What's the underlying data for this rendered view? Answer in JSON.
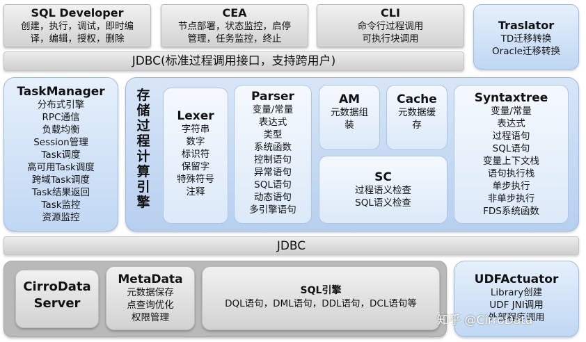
{
  "top_row": [
    {
      "title": "SQL Developer",
      "lines": [
        "创建，执行，调试，即时编",
        "译，编辑，授权，删除"
      ]
    },
    {
      "title": "CEA",
      "lines": [
        "节点部署，状态监控，启停",
        "管理，任务监控，终止"
      ]
    },
    {
      "title": "CLI",
      "lines": [
        "命令行过程调用",
        "可执行块调用"
      ]
    }
  ],
  "translator": {
    "title": "Traslator",
    "lines": [
      "TD迁移转换",
      "Oracle迁移转换"
    ]
  },
  "jdbc_top": "JDBC(标准过程调用接口，支持跨用户)",
  "taskmanager": {
    "title": "TaskManager",
    "lines": [
      "分布式引擎",
      "RPC通信",
      "负载均衡",
      "Session管理",
      "Task调度",
      "高可用Task调度",
      "跨域Task调度",
      "Task结果返回",
      "Task监控",
      "资源监控"
    ]
  },
  "engine_label": [
    "存",
    "储",
    "过",
    "程",
    "计",
    "算",
    "引",
    "擎"
  ],
  "lexer": {
    "title": "Lexer",
    "lines": [
      "字符串",
      "数字",
      "标识符",
      "保留字",
      "特殊符号",
      "注释"
    ]
  },
  "parser": {
    "title": "Parser",
    "lines": [
      "变量/常量",
      "表达式",
      "类型",
      "系统函数",
      "控制语句",
      "异常语句",
      "SQL语句",
      "动态语句",
      "多引擎语句"
    ]
  },
  "am": {
    "title": "AM",
    "lines": [
      "元数据组",
      "装"
    ]
  },
  "cache": {
    "title": "Cache",
    "lines": [
      "元数据缓",
      "存"
    ]
  },
  "sc": {
    "title": "SC",
    "lines": [
      "过程语义检查",
      "SQL语义检查"
    ]
  },
  "syntaxtree": {
    "title": "Syntaxtree",
    "lines": [
      "变量/常量",
      "表达式",
      "过程语句",
      "SQL语句",
      "变量上下文栈",
      "语句执行栈",
      "单步执行",
      "非单步执行",
      "FDS系统函数"
    ]
  },
  "jdbc_mid": "JDBC",
  "cirrodata": {
    "lines": [
      "CirroData",
      "Server"
    ]
  },
  "metadata": {
    "title": "MetaData",
    "lines": [
      "元数据保存",
      "点查询优化",
      "权限管理"
    ]
  },
  "sql_engine": {
    "title": "SQL引擎",
    "line": "DQL语句，DML语句，DDL语句，DCL语句等"
  },
  "udf": {
    "title": "UDFActuator",
    "lines": [
      "Library创建",
      "UDF JNI调用",
      "外部程序调用"
    ]
  },
  "watermark": "知乎 @CirroData",
  "colors": {
    "blue_panel": "#c0d7f3",
    "gray_panel": "#d2d2d2",
    "border_blue": "#9cbde6"
  }
}
